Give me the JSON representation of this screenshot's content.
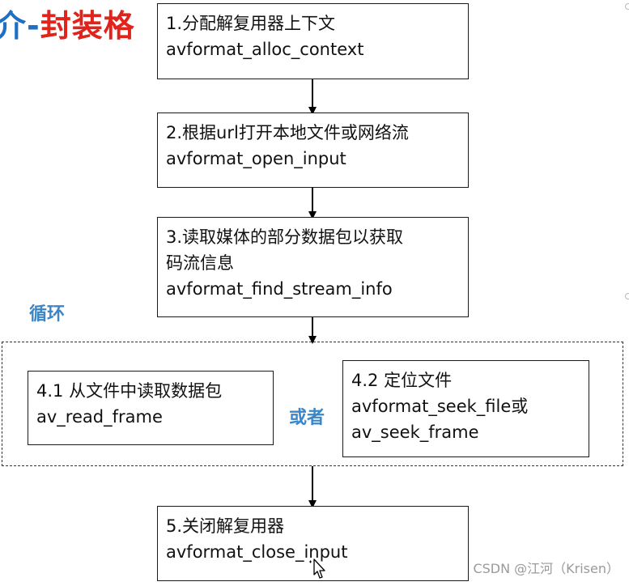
{
  "title": {
    "part_blue": "介-",
    "part_red": "封装格"
  },
  "steps": {
    "step1": {
      "line1": "1.分配解复用器上下文",
      "line2": "avformat_alloc_context"
    },
    "step2": {
      "line1": "2.根据url打开本地文件或网络流",
      "line2": "avformat_open_input"
    },
    "step3": {
      "line1": "3.读取媒体的部分数据包以获取",
      "line2": "码流信息",
      "line3": "avformat_find_stream_info"
    },
    "step41": {
      "line1": "4.1 从文件中读取数据包",
      "line2": "av_read_frame"
    },
    "step42": {
      "line1": "4.2 定位文件",
      "line2": "avformat_seek_file或",
      "line3": "av_seek_frame"
    },
    "step5": {
      "line1": "5.关闭解复用器",
      "line2": "avformat_close_input"
    }
  },
  "loop_label": "循环",
  "or_label": "或者",
  "watermark": "CSDN @江河（Krisen）",
  "colors": {
    "title_blue": "#1f6fc5",
    "title_red": "#e0231b",
    "annotation_blue": "#3a86c8",
    "border": "#1a1a1a"
  }
}
